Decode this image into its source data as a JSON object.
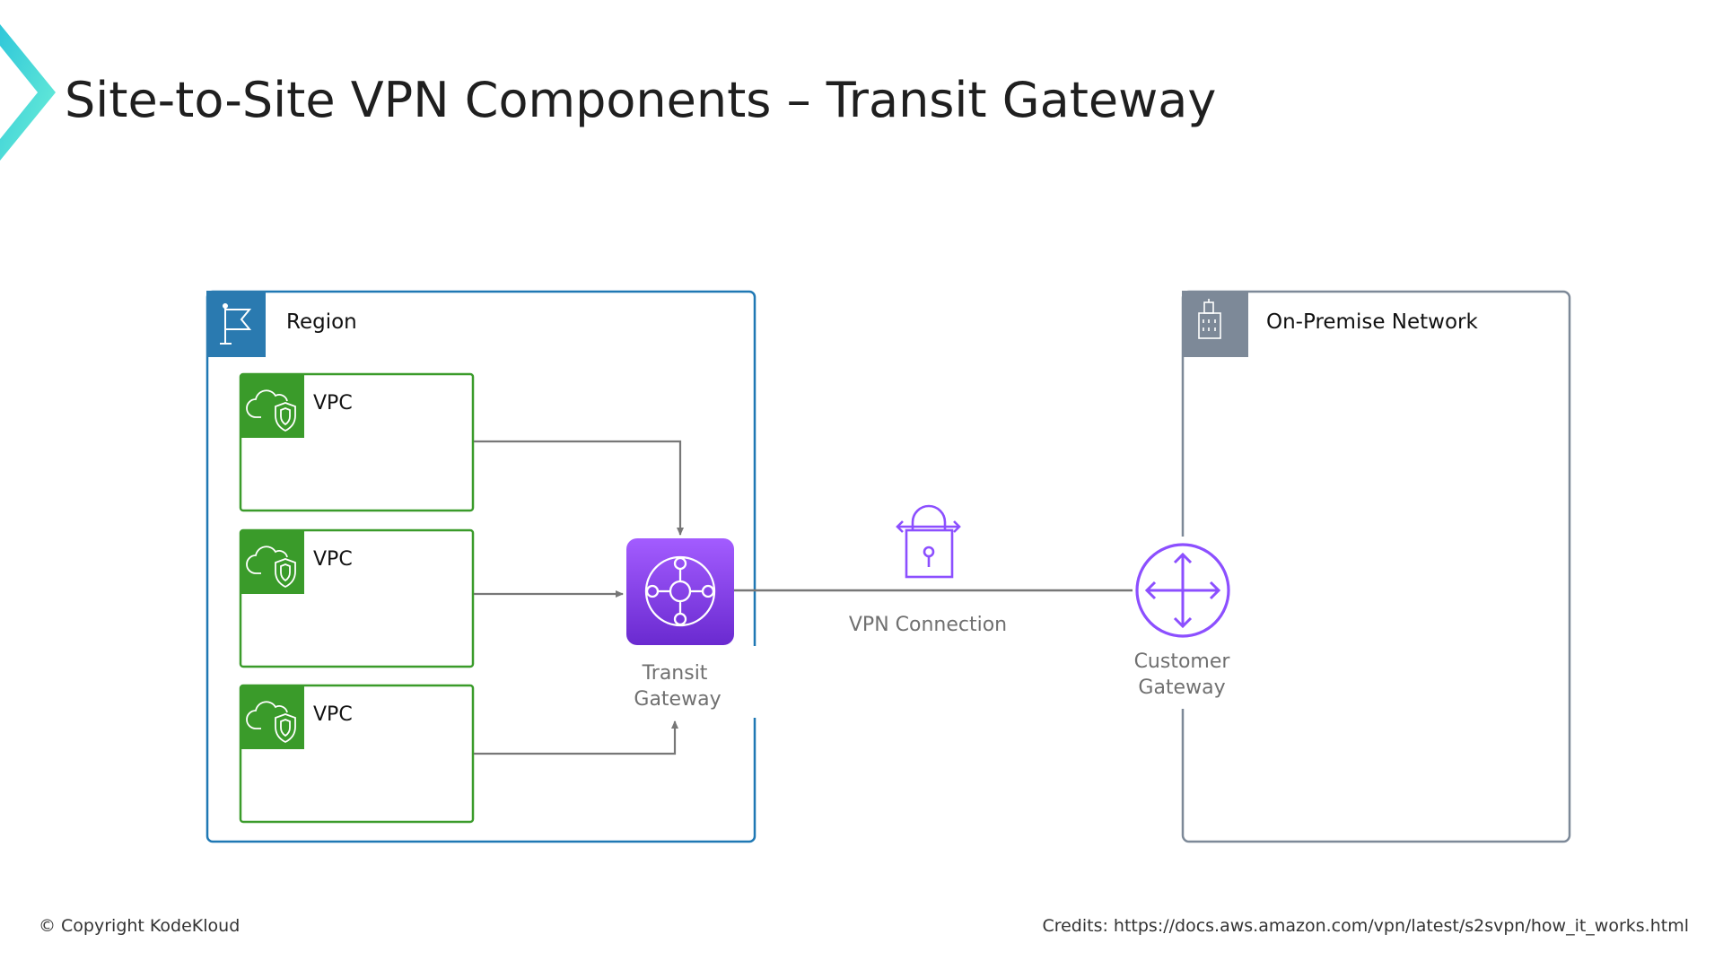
{
  "page": {
    "title": "Site-to-Site VPN Components – Transit Gateway",
    "footer": {
      "copyright": "© Copyright KodeKloud",
      "credits": "Credits: https://docs.aws.amazon.com/vpn/latest/s2svpn/how_it_works.html"
    }
  },
  "diagram": {
    "region": {
      "label": "Region",
      "icon": "flag-icon",
      "color": "#1f78b4"
    },
    "vpcs": [
      {
        "label": "VPC",
        "icon": "vpc-cloud-shield-icon"
      },
      {
        "label": "VPC",
        "icon": "vpc-cloud-shield-icon"
      },
      {
        "label": "VPC",
        "icon": "vpc-cloud-shield-icon"
      }
    ],
    "vpc_color": "#3a9b2a",
    "transit_gateway": {
      "label_line1": "Transit",
      "label_line2": "Gateway",
      "icon": "transit-gateway-icon",
      "color": "#7b3fe4"
    },
    "vpn_connection": {
      "label": "VPN Connection",
      "icon": "vpn-lock-icon"
    },
    "customer_gateway": {
      "label_line1": "Customer",
      "label_line2": "Gateway",
      "icon": "router-arrows-icon"
    },
    "on_premise": {
      "label": "On-Premise Network",
      "icon": "building-icon",
      "color": "#7d8998"
    },
    "connector_color": "#777777",
    "accent_color": "#8c4fff"
  }
}
